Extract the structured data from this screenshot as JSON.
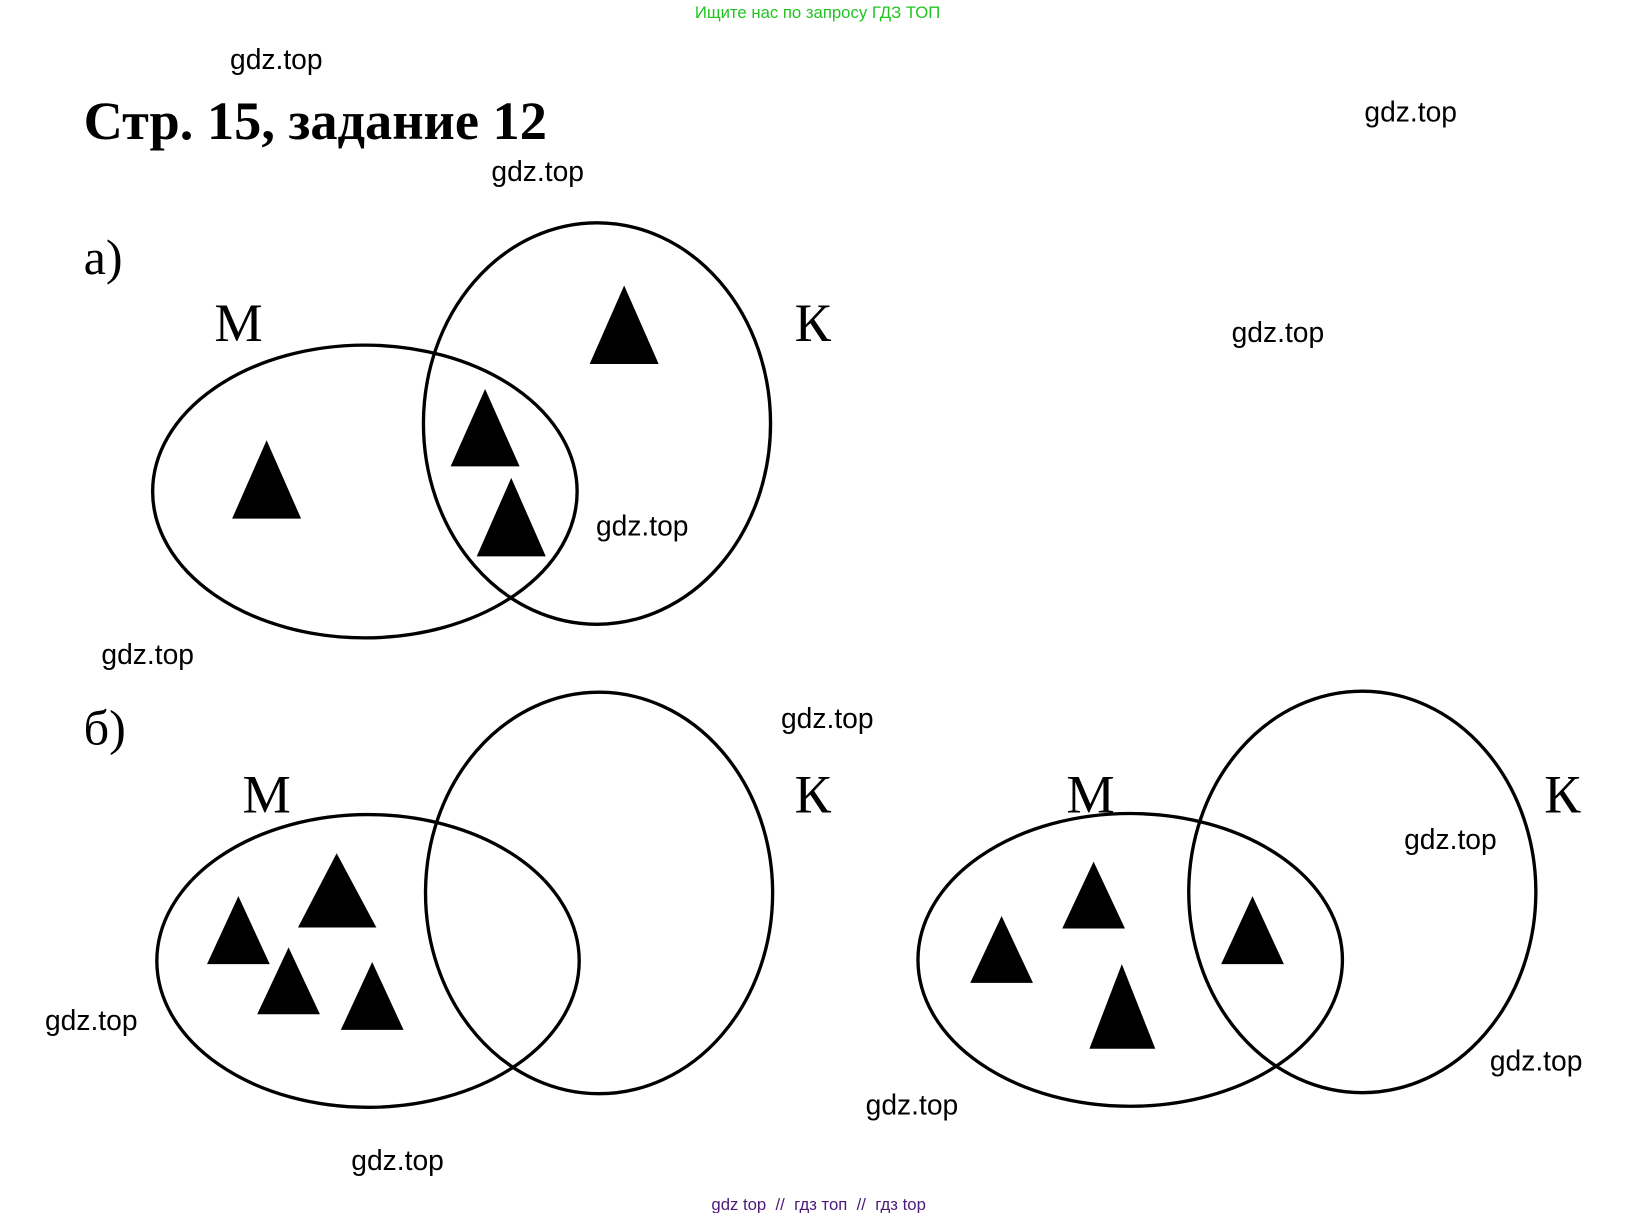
{
  "header_note": "Ищите нас по запросу ГДЗ ТОП",
  "title": "Стр. 15, задание 12",
  "parts": {
    "a": {
      "label": "а)",
      "set_m": "М",
      "set_k": "К"
    },
    "b": {
      "label": "б)",
      "left": {
        "set_m": "М",
        "set_k": "К"
      },
      "right": {
        "set_m": "М",
        "set_k": "К"
      }
    }
  },
  "watermark": "gdz.top",
  "footer": "gdz top  //  гдз топ  //  гдз top",
  "colors": {
    "header_note": "#22c422",
    "footer": "#4b1a7a"
  }
}
